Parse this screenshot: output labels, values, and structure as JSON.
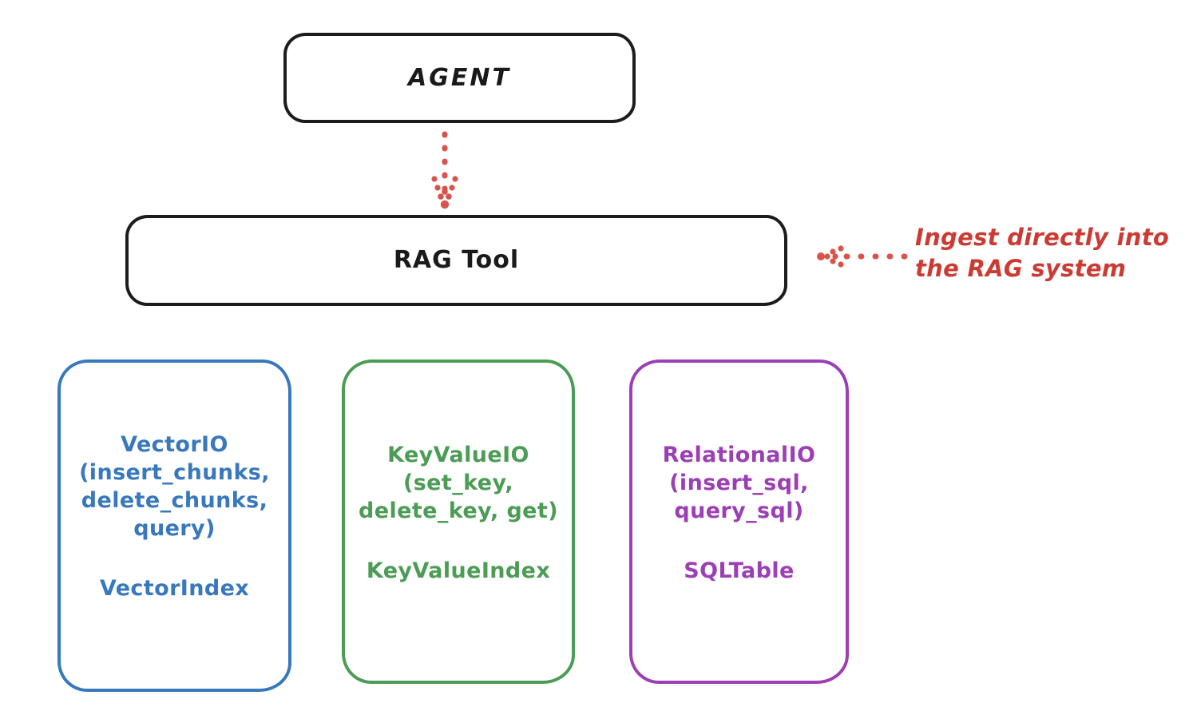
{
  "diagram": {
    "title_nodes": {
      "agent": "AGENT",
      "rag_tool": "RAG Tool"
    },
    "providers": [
      {
        "id": "vectorio",
        "api": "VectorIO\n(insert_chunks,\ndelete_chunks,\nquery)",
        "index": "VectorIndex",
        "color": "#3878bd"
      },
      {
        "id": "keyvalueio",
        "api": "KeyValueIO\n(set_key,\ndelete_key, get)",
        "index": "KeyValueIndex",
        "color": "#4c9c55"
      },
      {
        "id": "relationalio",
        "api": "RelationalIO\n(insert_sql,\nquery_sql)",
        "index": "SQLTable",
        "color": "#9c3fb4"
      }
    ],
    "annotation": {
      "text": "Ingest directly into\nthe RAG system",
      "color": "#cc3b33"
    },
    "arrows": {
      "agent_to_rag": "dotted-down-arrow",
      "annotation_to_rag": "dotted-left-arrow"
    },
    "colors": {
      "box_outline": "#1c1c1c",
      "background": "#ffffff",
      "accent_red": "#cc3b33",
      "accent_blue": "#3878bd",
      "accent_green": "#4c9c55",
      "accent_purple": "#9c3fb4"
    }
  }
}
